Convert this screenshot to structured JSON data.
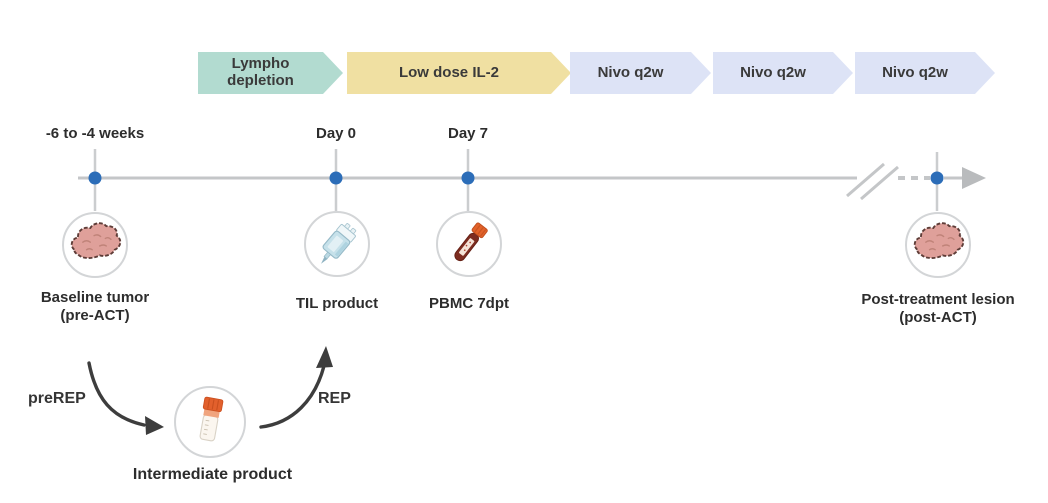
{
  "banners": [
    {
      "label": "Lympho depletion",
      "color": "#b2dbd0"
    },
    {
      "label": "Low dose IL-2",
      "color": "#f0e0a2"
    },
    {
      "label": "Nivo q2w",
      "color": "#dde3f6"
    },
    {
      "label": "Nivo q2w",
      "color": "#dde3f6"
    },
    {
      "label": "Nivo q2w",
      "color": "#dde3f6"
    }
  ],
  "timeline": {
    "markers": [
      {
        "label": "-6 to -4 weeks",
        "icon": "tumor-icon",
        "caption": "Baseline tumor",
        "caption2": "(pre-ACT)"
      },
      {
        "label": "Day 0",
        "icon": "iv-bag-icon",
        "caption": "TIL product",
        "caption2": ""
      },
      {
        "label": "Day 7",
        "icon": "blood-tube-icon",
        "caption": "PBMC 7dpt",
        "caption2": ""
      },
      {
        "label": "",
        "icon": "tumor-icon",
        "caption": "Post-treatment lesion",
        "caption2": "(post-ACT)"
      }
    ]
  },
  "process": {
    "prerep_label": "preREP",
    "rep_label": "REP",
    "intermediate_caption": "Intermediate product",
    "intermediate_icon": "cryovial-icon"
  },
  "colors": {
    "banner_teal": "#b2dbd0",
    "banner_yellow": "#f0e0a2",
    "banner_lavender": "#dde3f6",
    "timeline_gray": "#c4c6c8",
    "marker_blue": "#2c6db8",
    "flow_arrow_dark": "#3d3d3d",
    "tumor_pink": "#dfa09a",
    "tube_red": "#7d2c20",
    "cap_orange": "#e2622a"
  }
}
